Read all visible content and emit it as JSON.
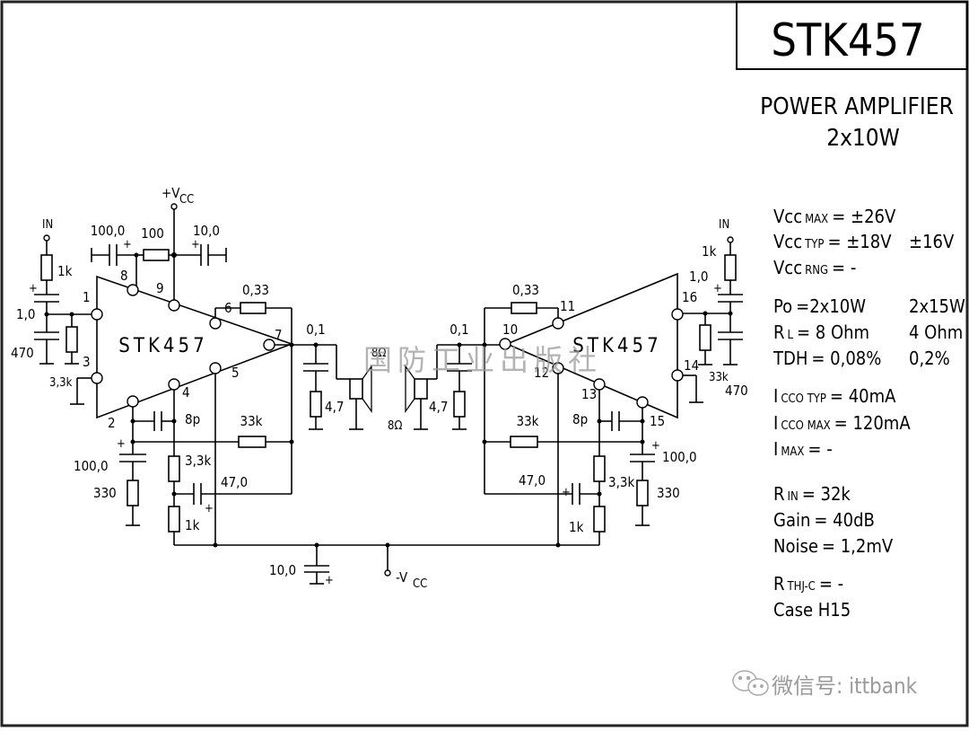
{
  "title_block": {
    "part_number": "STK457",
    "description_line1": "POWER AMPLIFIER",
    "description_line2": "2x10W"
  },
  "schematic": {
    "ic_label": "STK457",
    "supply_pos": "+V",
    "supply_pos_sub": "CC",
    "supply_neg": "-V",
    "supply_neg_sub": "CC",
    "left_channel": {
      "input_label": "IN",
      "input_resistor": "1k",
      "input_cap": "1,0",
      "input_shunt_cap": "470",
      "bias_resistor": "3,3k",
      "pins": [
        "1",
        "3",
        "2",
        "4",
        "5",
        "7",
        "6",
        "9",
        "8"
      ],
      "bootstrap_cap": "100,0",
      "bootstrap_resistor": "100",
      "supply_decoupling_cap": "10,0",
      "emitter_resistor": "0,33",
      "zobel_cap": "0,1",
      "zobel_resistor": "4,7",
      "speaker": "8Ω",
      "comp_cap": "8p",
      "feedback_resistor": "33k",
      "nf_cap": "100,0",
      "nf_resistor": "330",
      "divider_upper": "3,3k",
      "divider_lower": "1k",
      "divider_cap": "47,0"
    },
    "right_channel": {
      "input_label": "IN",
      "input_resistor": "1k",
      "input_cap": "1,0",
      "input_shunt_cap": "470",
      "bias_resistor": "33k",
      "pins": [
        "16",
        "14",
        "15",
        "13",
        "12",
        "10",
        "11"
      ],
      "emitter_resistor": "0,33",
      "zobel_cap": "0,1",
      "zobel_resistor": "4,7",
      "speaker": "8Ω",
      "comp_cap": "8p",
      "feedback_resistor": "33k",
      "nf_cap": "100,0",
      "nf_resistor": "330",
      "divider_upper": "3,3k",
      "divider_lower": "1k",
      "divider_cap": "47,0"
    },
    "neg_rail_cap": "10,0"
  },
  "specs": [
    {
      "name": "Vcc",
      "sub": "MAX",
      "value": "= ±26V",
      "alt": ""
    },
    {
      "name": "Vcc",
      "sub": "TYP",
      "value": "= ±18V",
      "alt": "±16V"
    },
    {
      "name": "Vcc",
      "sub": "RNG",
      "value": "= -",
      "alt": ""
    },
    {
      "name": "Po",
      "sub": "",
      "value": "=2x10W",
      "alt": "2x15W"
    },
    {
      "name": "R",
      "sub": "L",
      "value": "= 8 Ohm",
      "alt": "4 Ohm"
    },
    {
      "name": "TDH",
      "sub": "",
      "value": "= 0,08%",
      "alt": "0,2%"
    },
    {
      "name": "I",
      "sub": "CCO TYP",
      "value": "= 40mA",
      "alt": ""
    },
    {
      "name": "I",
      "sub": "CCO MAX",
      "value": "= 120mA",
      "alt": ""
    },
    {
      "name": "I",
      "sub": "MAX",
      "value": "=     -",
      "alt": ""
    },
    {
      "name": "R",
      "sub": "IN",
      "value": "=  32k",
      "alt": ""
    },
    {
      "name": "Gain",
      "sub": "",
      "value": "=  40dB",
      "alt": ""
    },
    {
      "name": "Noise",
      "sub": "",
      "value": "= 1,2mV",
      "alt": ""
    },
    {
      "name": "R",
      "sub": "THJ-C",
      "value": "=  -",
      "alt": ""
    },
    {
      "name": "Case H15",
      "sub": "",
      "value": "",
      "alt": ""
    }
  ],
  "watermark": {
    "text": "国防工业出版社",
    "wechat_label": "微信号: ittbank"
  }
}
